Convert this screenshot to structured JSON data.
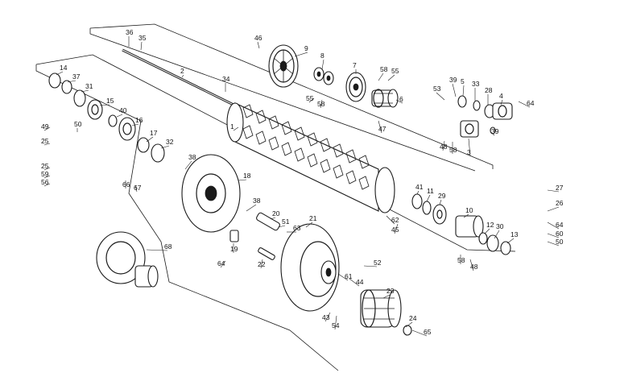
{
  "diagram": {
    "callouts": [
      {
        "id": "c36",
        "text": "36"
      },
      {
        "id": "c35",
        "text": "35"
      },
      {
        "id": "c46",
        "text": "46"
      },
      {
        "id": "c9",
        "text": "9"
      },
      {
        "id": "c8",
        "text": "8"
      },
      {
        "id": "c7",
        "text": "7"
      },
      {
        "id": "c58a",
        "text": "58"
      },
      {
        "id": "c55a",
        "text": "55"
      },
      {
        "id": "c39a",
        "text": "39"
      },
      {
        "id": "c5",
        "text": "5"
      },
      {
        "id": "c33",
        "text": "33"
      },
      {
        "id": "c53",
        "text": "53"
      },
      {
        "id": "c28",
        "text": "28"
      },
      {
        "id": "c4",
        "text": "4"
      },
      {
        "id": "c64a",
        "text": "64"
      },
      {
        "id": "c14",
        "text": "14"
      },
      {
        "id": "c37",
        "text": "37"
      },
      {
        "id": "c31",
        "text": "31"
      },
      {
        "id": "c2",
        "text": "2"
      },
      {
        "id": "c34",
        "text": "34"
      },
      {
        "id": "c55b",
        "text": "55"
      },
      {
        "id": "c58b",
        "text": "58"
      },
      {
        "id": "c6",
        "text": "6"
      },
      {
        "id": "c47",
        "text": "47"
      },
      {
        "id": "c15",
        "text": "15"
      },
      {
        "id": "c40",
        "text": "40"
      },
      {
        "id": "c1",
        "text": "1"
      },
      {
        "id": "c48a",
        "text": "48"
      },
      {
        "id": "c58c",
        "text": "58"
      },
      {
        "id": "c3",
        "text": "3"
      },
      {
        "id": "c39b",
        "text": "39"
      },
      {
        "id": "c49",
        "text": "49"
      },
      {
        "id": "c50a",
        "text": "50"
      },
      {
        "id": "c16",
        "text": "16"
      },
      {
        "id": "c17",
        "text": "17"
      },
      {
        "id": "c32",
        "text": "32"
      },
      {
        "id": "c25a",
        "text": "25"
      },
      {
        "id": "c25b",
        "text": "25"
      },
      {
        "id": "c59",
        "text": "59"
      },
      {
        "id": "c56",
        "text": "56"
      },
      {
        "id": "c38a",
        "text": "38"
      },
      {
        "id": "c66",
        "text": "66"
      },
      {
        "id": "c67",
        "text": "67"
      },
      {
        "id": "c18",
        "text": "18"
      },
      {
        "id": "c41",
        "text": "41"
      },
      {
        "id": "c11",
        "text": "11"
      },
      {
        "id": "c29",
        "text": "29"
      },
      {
        "id": "c27",
        "text": "27"
      },
      {
        "id": "c26",
        "text": "26"
      },
      {
        "id": "c38b",
        "text": "38"
      },
      {
        "id": "c20",
        "text": "20"
      },
      {
        "id": "c51",
        "text": "51"
      },
      {
        "id": "c63",
        "text": "63"
      },
      {
        "id": "c21",
        "text": "21"
      },
      {
        "id": "c10",
        "text": "10"
      },
      {
        "id": "c62",
        "text": "62"
      },
      {
        "id": "c45",
        "text": "45"
      },
      {
        "id": "c12",
        "text": "12"
      },
      {
        "id": "c30",
        "text": "30"
      },
      {
        "id": "c13",
        "text": "13"
      },
      {
        "id": "c64b",
        "text": "64"
      },
      {
        "id": "c60",
        "text": "60"
      },
      {
        "id": "c50b",
        "text": "50"
      },
      {
        "id": "c68",
        "text": "68"
      },
      {
        "id": "c19",
        "text": "19"
      },
      {
        "id": "c64c",
        "text": "64"
      },
      {
        "id": "c22",
        "text": "22"
      },
      {
        "id": "c52",
        "text": "52"
      },
      {
        "id": "c58d",
        "text": "58"
      },
      {
        "id": "c48b",
        "text": "48"
      },
      {
        "id": "c61",
        "text": "61"
      },
      {
        "id": "c44",
        "text": "44"
      },
      {
        "id": "c23",
        "text": "23"
      },
      {
        "id": "c43",
        "text": "43"
      },
      {
        "id": "c54",
        "text": "54"
      },
      {
        "id": "c24",
        "text": "24"
      },
      {
        "id": "c65",
        "text": "65"
      }
    ]
  }
}
